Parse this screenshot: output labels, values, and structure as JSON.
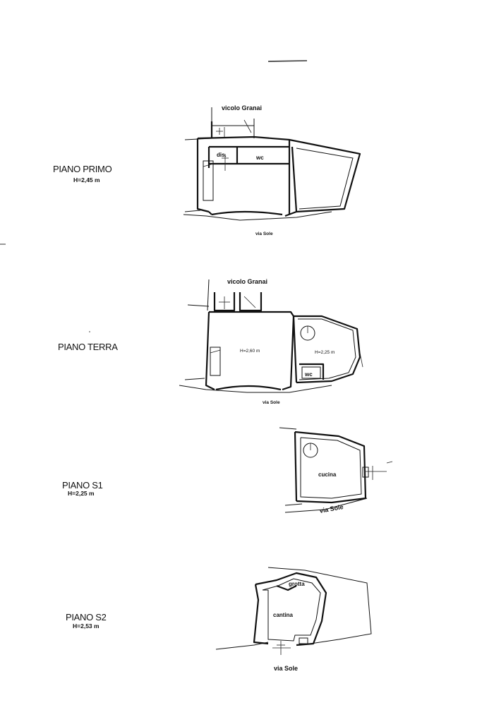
{
  "floors": [
    {
      "name": "PIANO PRIMO",
      "height": "H=2,45 m",
      "street_top": "vicolo Granai",
      "street_bottom": "via Sole",
      "rooms": [
        "dis.",
        "wc"
      ]
    },
    {
      "name": "PIANO TERRA",
      "street_top": "vicolo Granai",
      "street_bottom": "via Sole",
      "rooms": [
        "H=2,60 m",
        "H=2,25 m",
        "wc"
      ]
    },
    {
      "name": "PIANO S1",
      "height": "H=2,25 m",
      "street_bottom": "via Sole",
      "rooms": [
        "cucina"
      ]
    },
    {
      "name": "PIANO S2",
      "height": "H=2,53 m",
      "street_bottom": "via Sole",
      "rooms": [
        "grotta",
        "cantina"
      ]
    }
  ]
}
